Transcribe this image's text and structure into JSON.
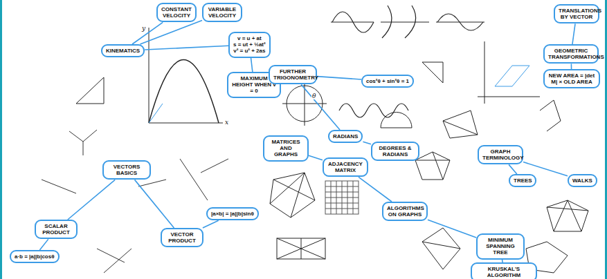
{
  "diagram": {
    "nodes": [
      {
        "text": [
          "CONSTANT VELOCITY"
        ]
      },
      {
        "text": [
          "VARIABLE VELOCITY"
        ]
      },
      {
        "text": [
          "KINEMATICS"
        ]
      },
      {
        "text": [
          "v = u + at",
          "s = ut + ½at²",
          "v² = u² + 2as"
        ]
      },
      {
        "text": [
          "MAXIMUM HEIGHT WHEN v = 0"
        ]
      },
      {
        "text": [
          "VECTORS BASICS"
        ]
      },
      {
        "text": [
          "SCALAR PRODUCT"
        ]
      },
      {
        "text": [
          "a·b = |a||b|cosθ"
        ]
      },
      {
        "text": [
          "VECTOR PRODUCT"
        ]
      },
      {
        "text": [
          "|a×b| = |a||b|sinθ"
        ]
      },
      {
        "text": [
          "FURTHER TRIGONOMETRY"
        ]
      },
      {
        "text": [
          "cos²θ + sin²θ = 1"
        ]
      },
      {
        "text": [
          "RADIANS"
        ]
      },
      {
        "text": [
          "DEGREES & RADIANS"
        ]
      },
      {
        "text": [
          "MATRICES AND GRAPHS"
        ]
      },
      {
        "text": [
          "ADJACENCY MATRIX"
        ]
      },
      {
        "text": [
          "ALGORITHMS ON GRAPHS"
        ]
      },
      {
        "text": [
          "TRANSLATIONS BY VECTOR"
        ]
      },
      {
        "text": [
          "GEOMETRIC TRANSFORMATIONS"
        ]
      },
      {
        "text": [
          "NEW AREA = |det M| × OLD AREA"
        ]
      },
      {
        "text": [
          "GRAPH TERMINOLOGY"
        ]
      },
      {
        "text": [
          "TREES"
        ]
      },
      {
        "text": [
          "WALKS"
        ]
      },
      {
        "text": [
          "MINIMUM SPANNING TREE"
        ]
      },
      {
        "text": [
          "KRUSKAL'S ALGORITHM"
        ]
      }
    ],
    "edges": [
      {
        "from": 2,
        "to": 0,
        "arrow": "none"
      },
      {
        "from": 2,
        "to": 1,
        "arrow": "none"
      },
      {
        "from": 2,
        "to": 3,
        "arrow": "none"
      },
      {
        "from": 3,
        "to": 4,
        "arrow": "none"
      },
      {
        "from": 5,
        "to": 6,
        "arrow": "none"
      },
      {
        "from": 6,
        "to": 7,
        "arrow": "none"
      },
      {
        "from": 5,
        "to": 8,
        "arrow": "none"
      },
      {
        "from": 8,
        "to": 9,
        "arrow": "none"
      },
      {
        "from": 10,
        "to": 11,
        "arrow": "none"
      },
      {
        "from": 10,
        "to": 12,
        "arrow": "none"
      },
      {
        "from": 12,
        "to": 13,
        "arrow": "none"
      },
      {
        "from": 14,
        "to": 15,
        "arrow": "none"
      },
      {
        "from": 15,
        "to": 16,
        "arrow": "none"
      },
      {
        "from": 17,
        "to": 18,
        "arrow": "none"
      },
      {
        "from": 18,
        "to": 19,
        "arrow": "none"
      },
      {
        "from": 20,
        "to": 21,
        "arrow": "none"
      },
      {
        "from": 20,
        "to": 22,
        "arrow": "none"
      },
      {
        "from": 16,
        "to": 23,
        "arrow": "none"
      },
      {
        "from": 23,
        "to": 24,
        "arrow": "none"
      }
    ],
    "labels": [
      "y",
      "x",
      "θ"
    ]
  }
}
